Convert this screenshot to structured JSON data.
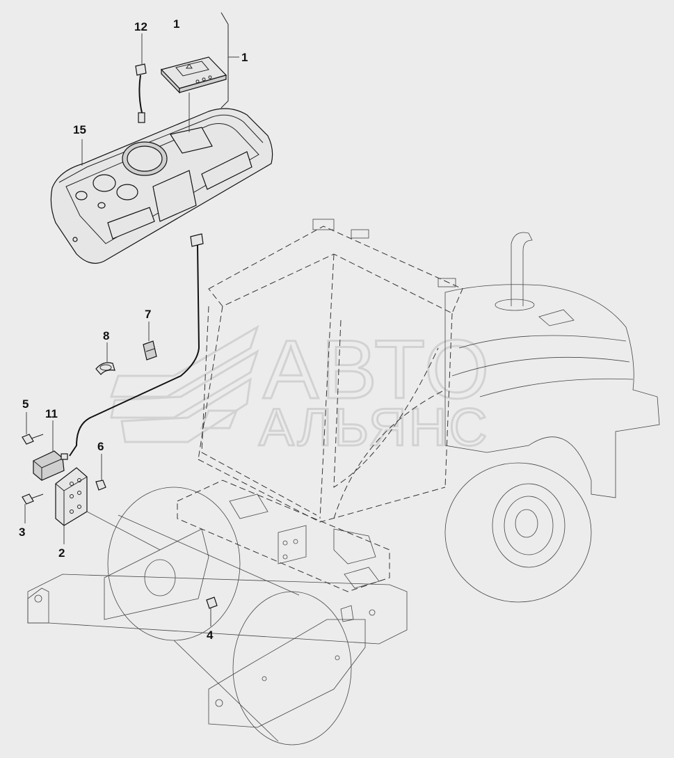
{
  "watermark": {
    "line1": "АВТО",
    "line2": "АЛЬЯНС"
  },
  "callouts": [
    {
      "id": "c12",
      "text": "12"
    },
    {
      "id": "c1a",
      "text": "1"
    },
    {
      "id": "c1b",
      "text": "1"
    },
    {
      "id": "c15",
      "text": "15"
    },
    {
      "id": "c7",
      "text": "7"
    },
    {
      "id": "c8",
      "text": "8"
    },
    {
      "id": "c5",
      "text": "5"
    },
    {
      "id": "c11",
      "text": "11"
    },
    {
      "id": "c6",
      "text": "6"
    },
    {
      "id": "c3",
      "text": "3"
    },
    {
      "id": "c2",
      "text": "2"
    },
    {
      "id": "c4",
      "text": "4"
    }
  ],
  "colors": {
    "background": "#ececec",
    "line": "#222222",
    "watermark": "#d2d2d2"
  }
}
